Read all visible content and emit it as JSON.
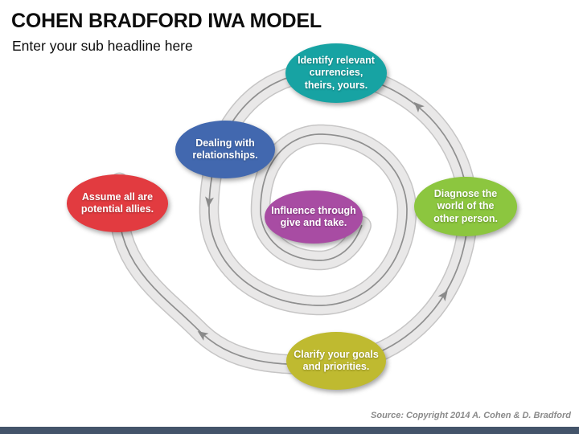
{
  "header": {
    "title": "COHEN BRADFORD IWA MODEL",
    "subtitle": "Enter your sub headline here"
  },
  "footer": {
    "source": "Source: Copyright 2014 A. Cohen & D. Bradford",
    "source_color": "#8A8A8A",
    "bar_color": "#44546A"
  },
  "diagram": {
    "spiral": {
      "band_color": "#E9E8E8",
      "edge_color": "#C6C5C5",
      "line_color": "#8F8F8F",
      "arrow_color": "#8A8A8A"
    },
    "nodes": [
      {
        "id": "identify-currencies",
        "color": "#17A3A3",
        "label": "Identify relevant currencies, theirs, yours.",
        "lines": [
          "Identify relevant",
          "currencies,",
          "theirs, yours."
        ]
      },
      {
        "id": "dealing-relationships",
        "color": "#4268AF",
        "label": "Dealing with relationships.",
        "lines": [
          "Dealing with",
          "relationships."
        ]
      },
      {
        "id": "assume-allies",
        "color": "#E23B40",
        "label": "Assume all are potential allies.",
        "lines": [
          "Assume all are",
          "potential allies."
        ]
      },
      {
        "id": "influence-give-take",
        "color": "#A84CA3",
        "label": "Influence through give and take.",
        "lines": [
          "Influence through",
          "give and take."
        ]
      },
      {
        "id": "diagnose-world",
        "color": "#8CC63F",
        "label": "Diagnose the world of the other person.",
        "lines": [
          "Diagnose the",
          "world of the",
          "other person."
        ]
      },
      {
        "id": "clarify-goals",
        "color": "#BFBA30",
        "label": "Clarify your goals and priorities.",
        "lines": [
          "Clarify your goals",
          "and priorities."
        ]
      }
    ]
  }
}
